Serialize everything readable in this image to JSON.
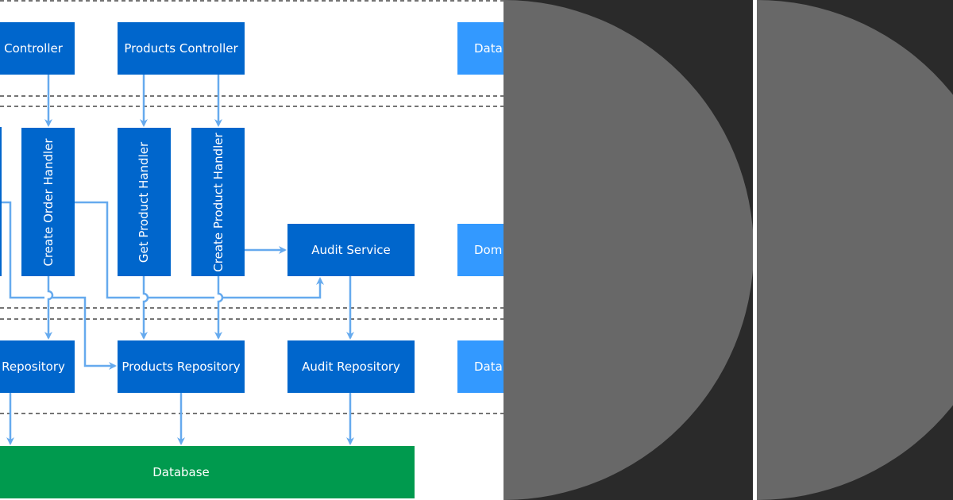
{
  "colors": {
    "box": "#0066cc",
    "layer_label": "#3399ff",
    "arrow": "#66aaee",
    "database": "#009a4e",
    "panel": "#2a2a2a",
    "circle": "#686868"
  },
  "boxes": {
    "orders_controller": "Controller",
    "products_controller": "Products Controller",
    "create_order_handler": "Create Order Handler",
    "get_product_handler": "Get Product Handler",
    "create_product_handler": "Create Product Handler",
    "audit_service": "Audit Service",
    "orders_repository": "Repository",
    "products_repository": "Products Repository",
    "audit_repository": "Audit Repository",
    "database": "Database"
  },
  "layer_labels": {
    "top": "Data",
    "middle": "Dom",
    "bottom": "Data"
  }
}
